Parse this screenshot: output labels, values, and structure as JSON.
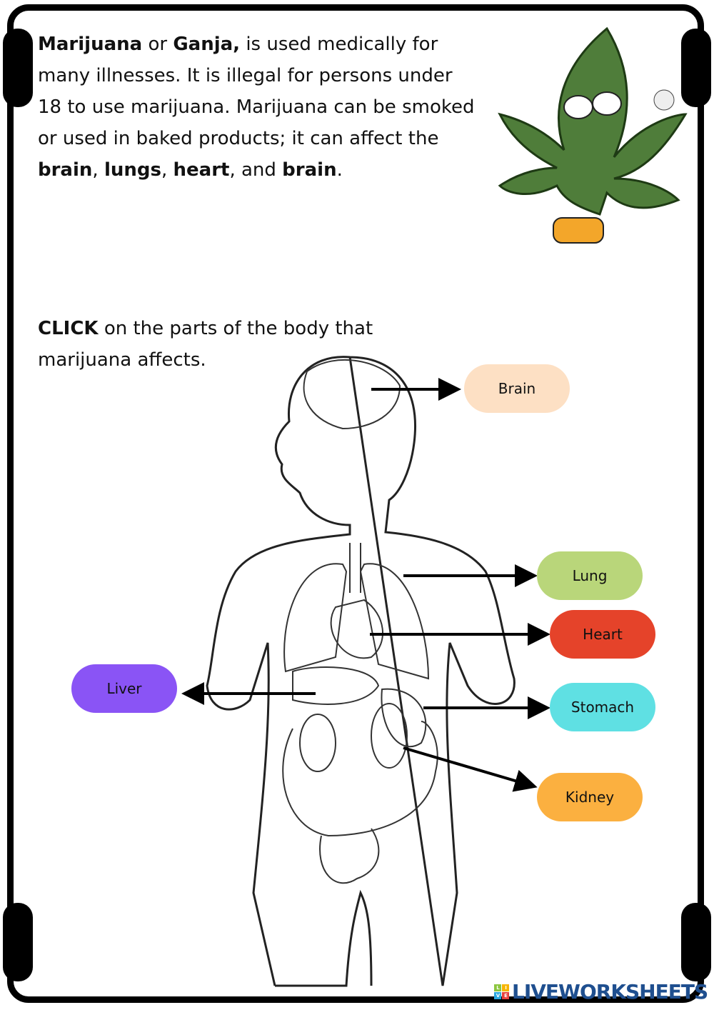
{
  "intro": {
    "w1": "Marijuana",
    "t1": " or ",
    "w2": "Ganja,",
    "t2": " is used medically for many illnesses. It is illegal for persons under 18 to use marijuana. Marijuana can be smoked or used in baked products; it can affect the ",
    "b1": "brain",
    "s1": ", ",
    "b2": "lungs",
    "s2": ", ",
    "b3": "heart",
    "s3": ", and ",
    "b4": "brain",
    "s4": "."
  },
  "instruction": {
    "bold": "CLICK",
    "rest": " on the parts of the body that marijuana affects."
  },
  "labels": {
    "brain": "Brain",
    "lung": "Lung",
    "heart": "Heart",
    "liver": "Liver",
    "stomach": "Stomach",
    "kidney": "Kidney"
  },
  "colors": {
    "brain": "#fde0c4",
    "lung": "#b9d67a",
    "heart": "#e5432a",
    "liver": "#8a54f5",
    "stomach": "#5fe0e3",
    "kidney": "#fbb040"
  },
  "footer": {
    "logo_part1": "LIVEWOR",
    "logo_part2": "KSHEETS",
    "logo_tiles": [
      "L",
      "I",
      "V",
      "E"
    ]
  }
}
